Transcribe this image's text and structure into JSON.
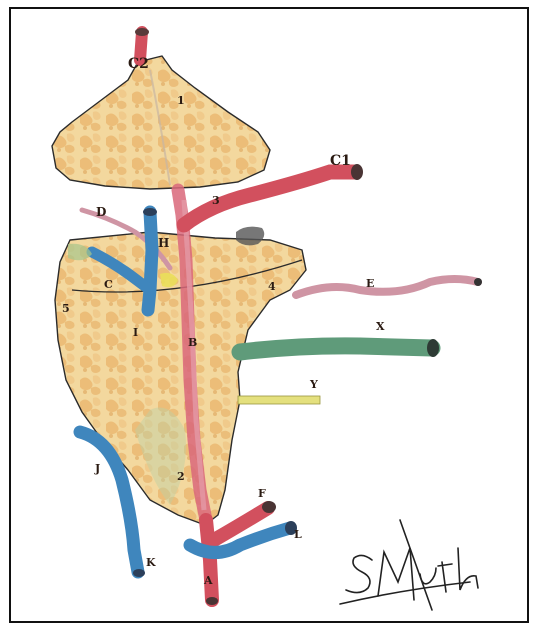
{
  "labels": {
    "c2": "C2",
    "n1": "1",
    "c1": "C1",
    "n3": "3",
    "d": "D",
    "h": "H",
    "c": "C",
    "n4": "4",
    "e": "E",
    "n5": "5",
    "i": "I",
    "b": "B",
    "x": "X",
    "y": "Y",
    "j": "J",
    "n2": "2",
    "f": "F",
    "l": "L",
    "k": "K",
    "a": "A"
  },
  "signature": "SMurth",
  "colors": {
    "tissue": "#f2d59a",
    "tissue_dark": "#e2b467",
    "artery_red": "#d2505e",
    "vein_blue": "#3f86bd",
    "nerve_pink": "#cf95a4",
    "duct_green": "#5f9b7a",
    "yellow_strip": "#e4e07e",
    "outline": "#2b2b2b",
    "ink": "#2a1a12"
  }
}
